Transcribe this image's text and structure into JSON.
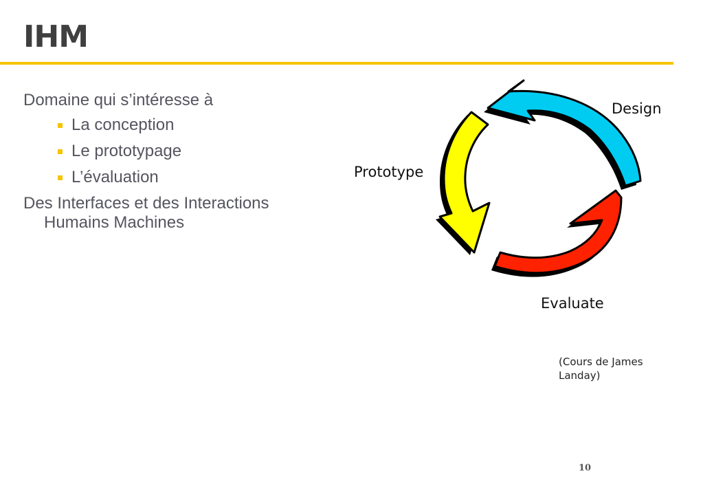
{
  "slide": {
    "title": "IHM",
    "intro": "Domaine qui s’intéresse à",
    "bullets": [
      "La conception",
      "Le prototypage",
      "L’évaluation"
    ],
    "para2": "Des Interfaces et des Interactions Humains Machines",
    "page_number": "10"
  },
  "diagram": {
    "labels": {
      "design": "Design",
      "prototype": "Prototype",
      "evaluate": "Evaluate"
    },
    "colors": {
      "design": "#00ccf2",
      "prototype": "#ffff00",
      "evaluate": "#ff2200",
      "accent": "#f5c400"
    }
  },
  "credit": "(Cours de James Landay)"
}
